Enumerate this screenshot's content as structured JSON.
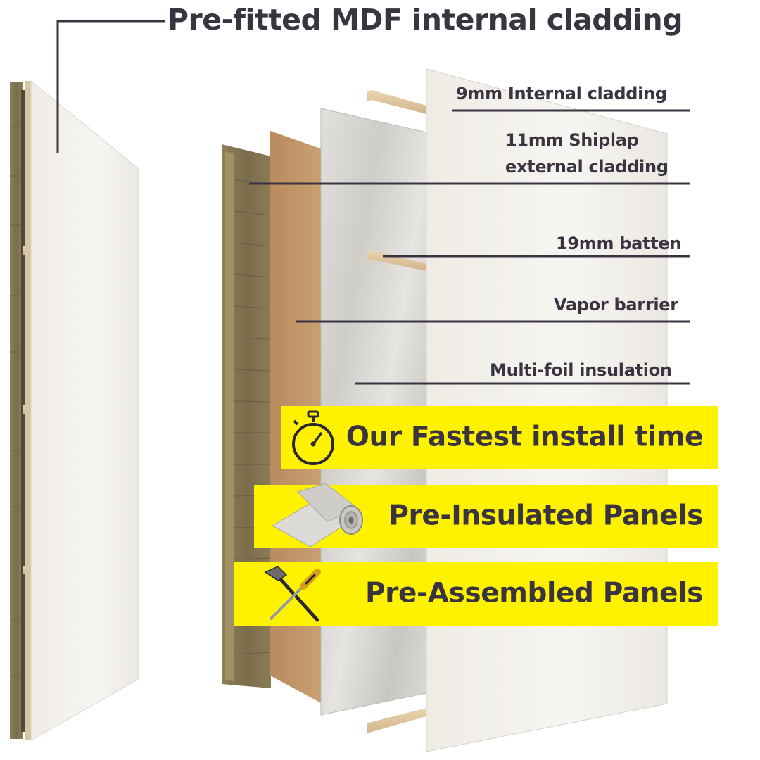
{
  "title": "Pre-fitted MDF internal cladding",
  "labels": {
    "internal_cladding": "9mm Internal cladding",
    "shiplap_line1": "11mm Shiplap",
    "shiplap_line2": "external cladding",
    "batten": "19mm batten",
    "vapor_barrier": "Vapor barrier",
    "insulation": "Multi-foil insulation"
  },
  "banners": [
    {
      "text": "Our Fastest install time",
      "icon": "stopwatch-icon"
    },
    {
      "text": "Pre-Insulated Panels",
      "icon": "insulation-roll-icon"
    },
    {
      "text": "Pre-Assembled Panels",
      "icon": "hammer-screwdriver-icon"
    }
  ],
  "colors": {
    "banner": "#fff200",
    "text": "#3a3340",
    "wood": "#8a7c55",
    "mdf": "#c89b6e",
    "foil": "#d8d6d2",
    "board": "#f4f2ee"
  }
}
